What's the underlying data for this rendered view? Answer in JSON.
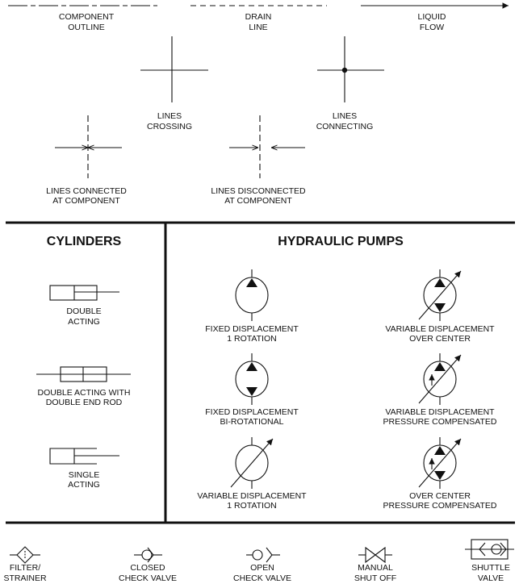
{
  "lines": [
    {
      "l1": "COMPONENT",
      "l2": "OUTLINE"
    },
    {
      "l1": "DRAIN",
      "l2": "LINE"
    },
    {
      "l1": "LIQUID",
      "l2": "FLOW"
    },
    {
      "l1": "LINES",
      "l2": "CROSSING"
    },
    {
      "l1": "LINES",
      "l2": "CONNECTING"
    },
    {
      "l1": "LINES CONNECTED",
      "l2": "AT COMPONENT"
    },
    {
      "l1": "LINES DISCONNECTED",
      "l2": "AT COMPONENT"
    }
  ],
  "cylinders": {
    "title": "CYLINDERS",
    "items": [
      {
        "l1": "DOUBLE",
        "l2": "ACTING"
      },
      {
        "l1": "DOUBLE ACTING WITH",
        "l2": "DOUBLE END ROD"
      },
      {
        "l1": "SINGLE",
        "l2": "ACTING"
      }
    ]
  },
  "pumps": {
    "title": "HYDRAULIC PUMPS",
    "items": [
      {
        "l1": "FIXED DISPLACEMENT",
        "l2": "1 ROTATION"
      },
      {
        "l1": "VARIABLE DISPLACEMENT",
        "l2": "OVER CENTER"
      },
      {
        "l1": "FIXED DISPLACEMENT",
        "l2": "BI-ROTATIONAL"
      },
      {
        "l1": "VARIABLE DISPLACEMENT",
        "l2": "PRESSURE COMPENSATED"
      },
      {
        "l1": "VARIABLE DISPLACEMENT",
        "l2": "1 ROTATION"
      },
      {
        "l1": "OVER CENTER",
        "l2": "PRESSURE COMPENSATED"
      }
    ]
  },
  "valves": [
    {
      "l1": "FILTER/",
      "l2": "STRAINER"
    },
    {
      "l1": "CLOSED",
      "l2": "CHECK VALVE"
    },
    {
      "l1": "OPEN",
      "l2": "CHECK VALVE"
    },
    {
      "l1": "MANUAL",
      "l2": "SHUT OFF"
    },
    {
      "l1": "SHUTTLE",
      "l2": "VALVE"
    }
  ]
}
